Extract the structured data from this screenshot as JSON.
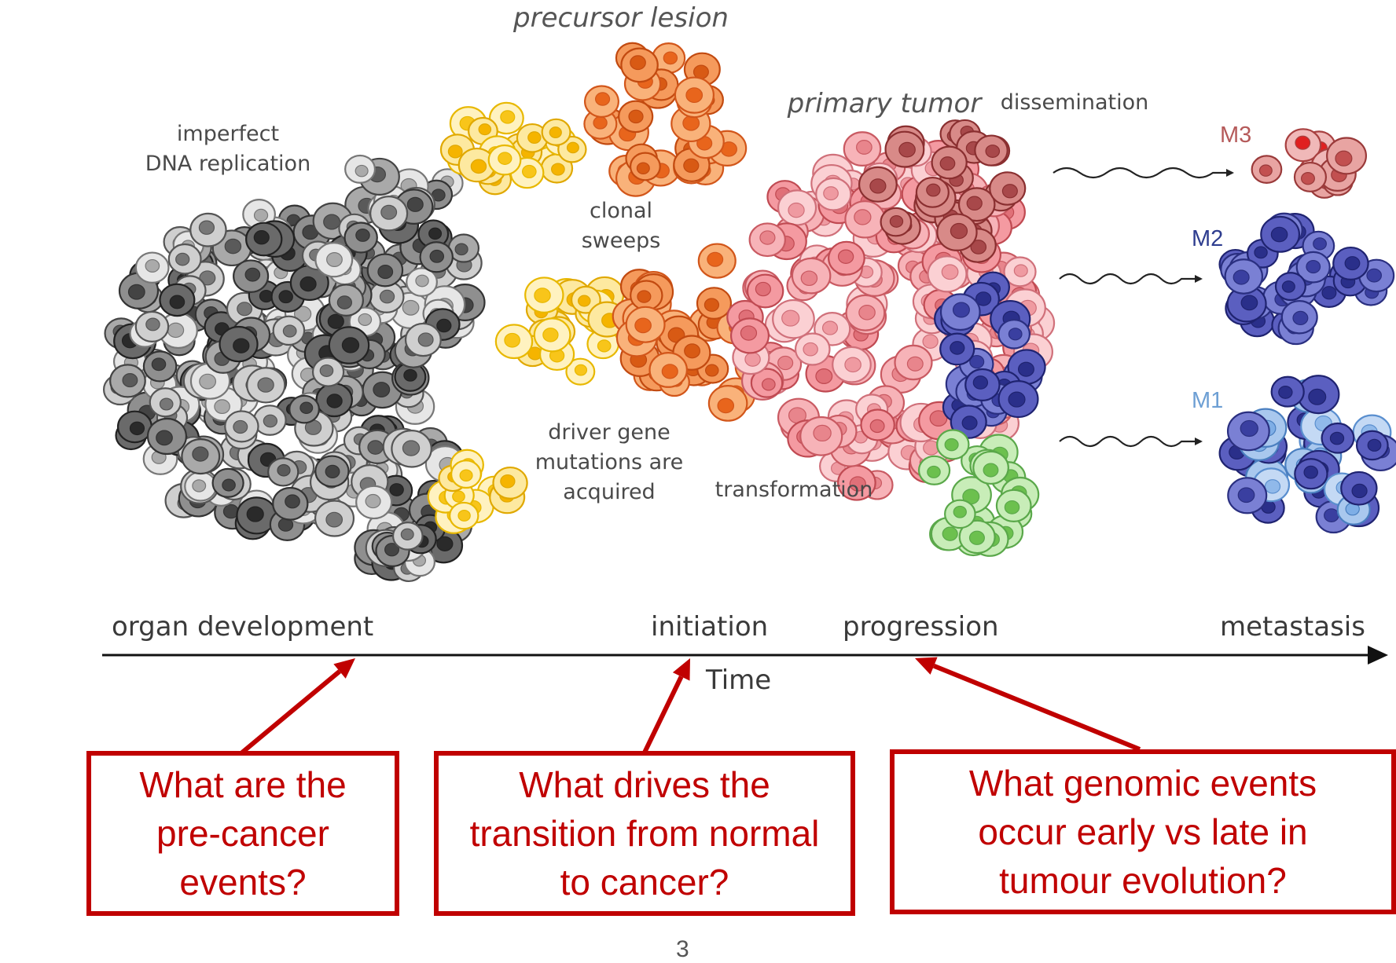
{
  "labels": {
    "imperfect_dna": "imperfect\nDNA replication",
    "precursor_lesion": "precursor lesion",
    "clonal_sweeps": "clonal\nsweeps",
    "driver_gene": "driver gene\nmutations are\nacquired",
    "transformation": "transformation",
    "primary_tumor": "primary tumor",
    "dissemination": "dissemination"
  },
  "metastases": [
    {
      "label": "M3",
      "color": "#b55a5a"
    },
    {
      "label": "M2",
      "color": "#2e3d8f"
    },
    {
      "label": "M1",
      "color": "#6d9fd4"
    }
  ],
  "timeline": {
    "stages": [
      "organ development",
      "initiation",
      "progression",
      "metastasis"
    ],
    "axis_label": "Time"
  },
  "questions": [
    "What are the\npre-cancer\nevents?",
    "What drives the\ntransition from normal\nto cancer?",
    "What genomic events\noccur early vs late in\ntumour evolution?"
  ],
  "page_number": "3",
  "colors": {
    "accent_red": "#c00000",
    "grey_cells": "#9a9a9a",
    "yellow_cells": "#f7c84a",
    "orange_cells": "#f08a3c",
    "pink_cells": "#f4a1a8",
    "blue_cells": "#4a4fb0",
    "green_cells": "#9fd68a"
  }
}
